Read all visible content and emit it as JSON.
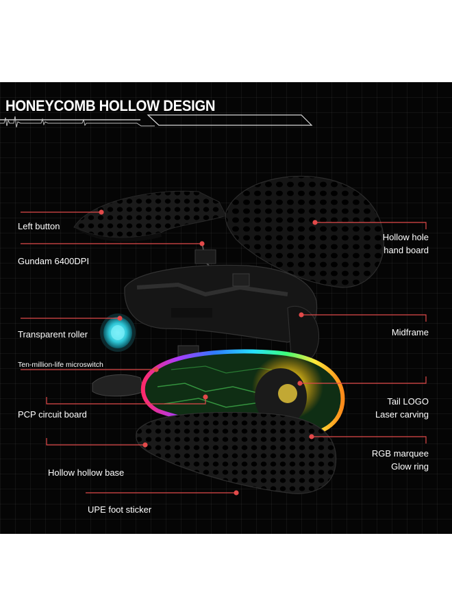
{
  "title": "HONEYCOMB HOLLOW DESIGN",
  "colors": {
    "background": "#050505",
    "accent": "#e24a4a",
    "text": "#ffffff"
  },
  "labels": {
    "left_button": "Left button",
    "gundam": "Gundam 6400DPI",
    "transparent_roller": "Transparent roller",
    "microswitch": "Ten-million-life microswitch",
    "pcp": "PCP circuit board",
    "hollow_base": "Hollow hollow base",
    "upe": "UPE foot sticker",
    "hand_board_1": "Hollow hole",
    "hand_board_2": "hand board",
    "midframe": "Midframe",
    "tail_1": "Tail LOGO",
    "tail_2": "Laser carving",
    "rgb_1": "RGB marquee",
    "rgb_2": "Glow ring"
  }
}
